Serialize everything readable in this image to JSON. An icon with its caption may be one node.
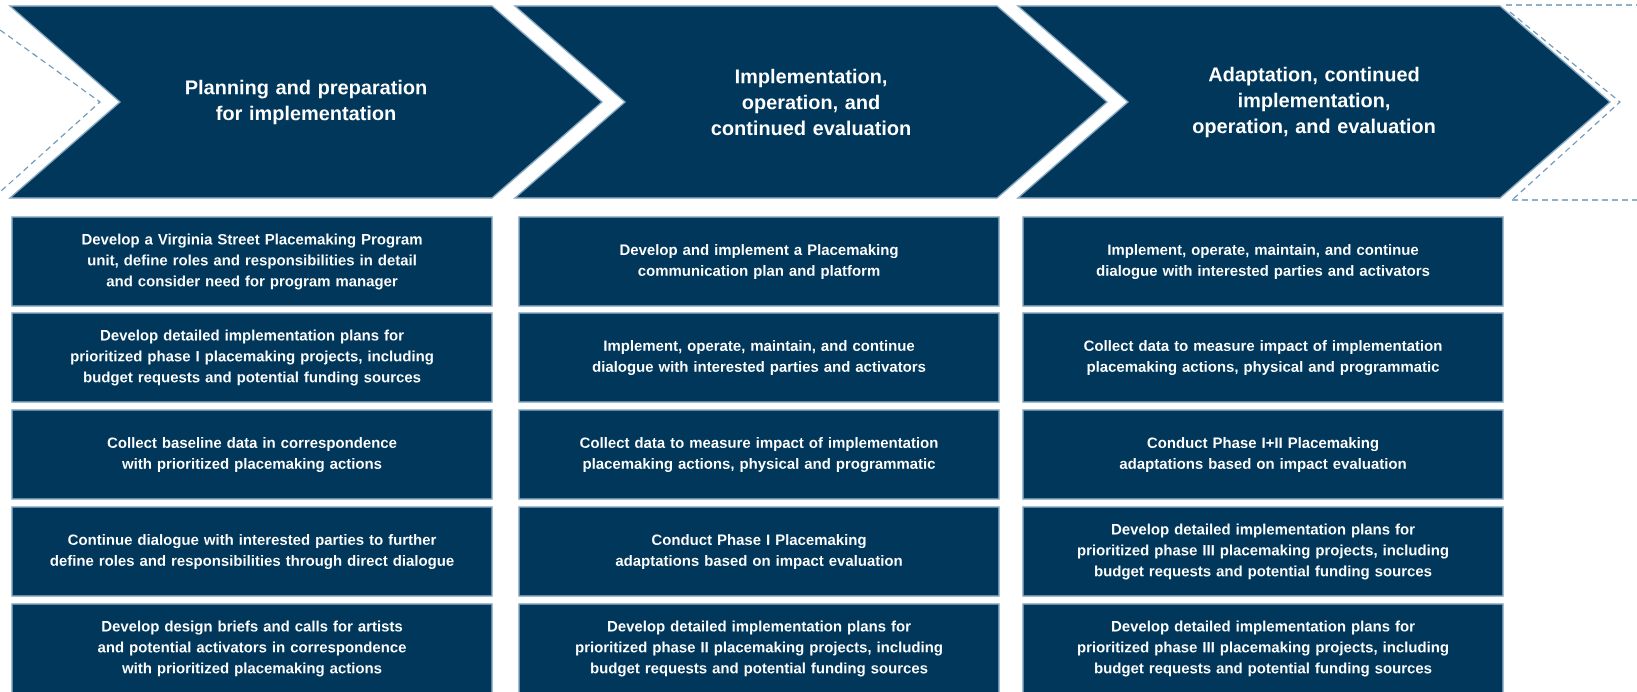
{
  "diagram": {
    "nodes": [
      {
        "text": [],
        "shape": "chevron"
      },
      {
        "text": [
          "Planning and preparation for implementation"
        ]
      },
      {
        "text": [
          "Implementation, operation, and continued evaluation"
        ]
      },
      {
        "text": [
          "Adaptation, continued implementation, operation, and evaluation"
        ]
      },
      {
        "text": [],
        "shape": "chevron"
      },
      {
        "text": [
          "Develop a Virginia Street Placemaking Program unit, define roles and responsibilities in detail and consider need for program manager"
        ]
      },
      {
        "text": [
          "Develop detailed implementation plans for prioritized phase I placemaking projects, including budget requests and potential funding sources"
        ]
      },
      {
        "text": [
          "Collect baseline data in correspondence with prioritized placemaking actions"
        ]
      },
      {
        "text": [
          "Continue dialogue with interested parties to further define roles and responsibilities through direct dialogue"
        ]
      },
      {
        "text": [
          "Develop design briefs and calls for artists and potential activators in correspondence with prioritized placemaking actions"
        ]
      },
      {
        "text": [
          "Develop and implement a Placemaking communication plan and platform"
        ]
      },
      {
        "text": [
          "Implement, operate, maintain, and continue dialogue with interested parties and activators"
        ]
      },
      {
        "text": [
          "Collect data to measure impact of implementation placemaking actions, physical and programmatic"
        ]
      },
      {
        "text": [
          "Conduct Phase I Placemaking adaptations based on impact evaluation"
        ]
      },
      {
        "text": [
          "Develop detailed implementation plans for prioritized phase II placemaking projects, including budget requests and potential funding sources"
        ]
      },
      {
        "text": [
          "Implement, operate, maintain, and continue dialogue with interested parties and activators"
        ]
      },
      {
        "text": [
          "Collect data to measure impact of implementation placemaking actions, physical and programmatic"
        ]
      },
      {
        "text": [
          "Conduct Phase I+II Placemaking adaptations based on impact evaluation"
        ]
      },
      {
        "text": [
          "Develop detailed implementation plans for prioritized phase III placemaking projects, including budget requests and potential funding sources"
        ]
      },
      {
        "text": [
          "Develop detailed implementation plans for prioritized phase III placemaking projects, including budget requests and potential funding sources"
        ]
      }
    ]
  }
}
